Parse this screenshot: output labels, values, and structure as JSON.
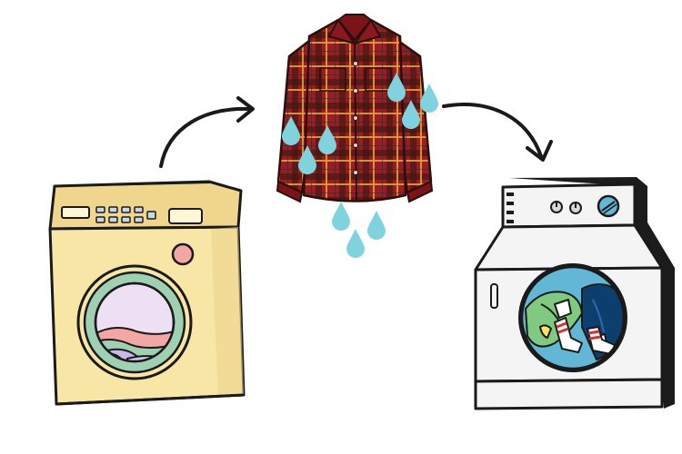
{
  "steps": [
    {
      "name": "washing-machine",
      "icon": "washing-machine-icon"
    },
    {
      "name": "wet-shirt",
      "icon": "wet-plaid-shirt-icon"
    },
    {
      "name": "dryer",
      "icon": "dryer-icon"
    }
  ],
  "flow": [
    "washing-machine-to-wet-shirt",
    "wet-shirt-to-dryer"
  ],
  "colors": {
    "washer_body": "#f7e6a6",
    "washer_top": "#efd68c",
    "washer_window_ring": "#9fd0b2",
    "washer_knob": "#f2a7a4",
    "shirt_red": "#9c1c22",
    "shirt_dark": "#3b1a12",
    "shirt_yellow": "#d9a33a",
    "water_drop": "#7fd3df",
    "dryer_body": "#f4f4f4",
    "dryer_shadow": "#1c1c1c",
    "dryer_drum": "#63b7d6",
    "clothes_green": "#7fca7e",
    "clothes_navy": "#0d3f6e",
    "sock_red": "#d9312f",
    "outline": "#1a1a1a"
  }
}
